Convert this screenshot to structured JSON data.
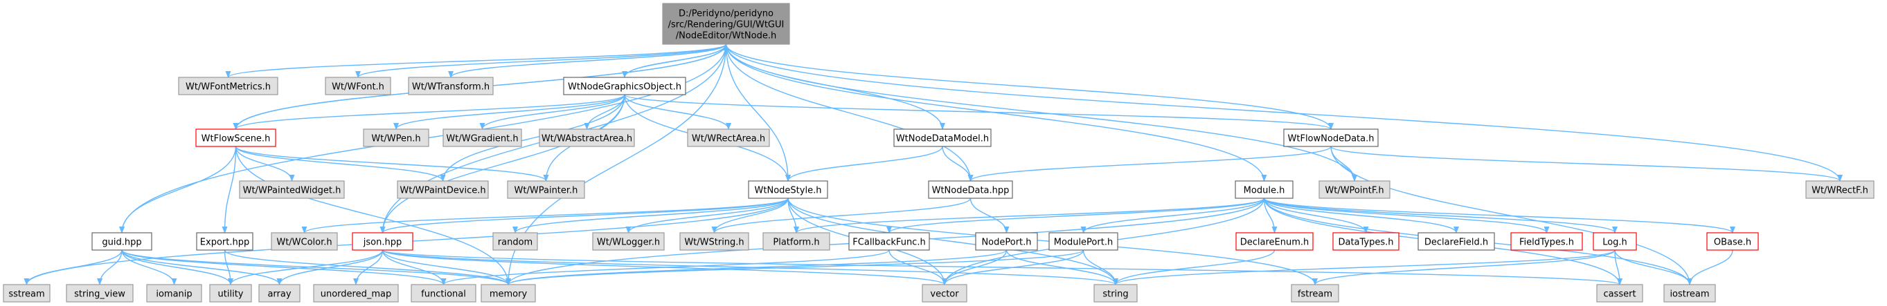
{
  "colors": {
    "edge": "#63b8ff",
    "root_fill": "#999999",
    "system_fill": "#e0e0e0",
    "system_border": "#999999",
    "local_fill": "#ffffff",
    "local_border": "#666666",
    "missing_border": "#ff0000",
    "text": "#000000"
  },
  "nodes": [
    {
      "id": "root",
      "lines": [
        "D:/Peridyno/peridyno",
        "/src/Rendering/GUI/WtGUI",
        "/NodeEditor/WtNode.h"
      ],
      "kind": "root"
    },
    {
      "id": "wfontmetrics",
      "lines": [
        "Wt/WFontMetrics.h"
      ],
      "kind": "system"
    },
    {
      "id": "wfont",
      "lines": [
        "Wt/WFont.h"
      ],
      "kind": "system"
    },
    {
      "id": "wtransform",
      "lines": [
        "Wt/WTransform.h"
      ],
      "kind": "system"
    },
    {
      "id": "wtnodegraphicsobject",
      "lines": [
        "WtNodeGraphicsObject.h"
      ],
      "kind": "local"
    },
    {
      "id": "wtflowscene",
      "lines": [
        "WtFlowScene.h"
      ],
      "kind": "missing"
    },
    {
      "id": "wpen",
      "lines": [
        "Wt/WPen.h"
      ],
      "kind": "system"
    },
    {
      "id": "wgradient",
      "lines": [
        "Wt/WGradient.h"
      ],
      "kind": "system"
    },
    {
      "id": "wabstractarea",
      "lines": [
        "Wt/WAbstractArea.h"
      ],
      "kind": "system"
    },
    {
      "id": "wrectarea",
      "lines": [
        "Wt/WRectArea.h"
      ],
      "kind": "system"
    },
    {
      "id": "wtnodedatamodel",
      "lines": [
        "WtNodeDataModel.h"
      ],
      "kind": "local"
    },
    {
      "id": "wtflownodedata",
      "lines": [
        "WtFlowNodeData.h"
      ],
      "kind": "local"
    },
    {
      "id": "wpaintedwidget",
      "lines": [
        "Wt/WPaintedWidget.h"
      ],
      "kind": "system"
    },
    {
      "id": "wpaintdevice",
      "lines": [
        "Wt/WPaintDevice.h"
      ],
      "kind": "system"
    },
    {
      "id": "wpainter",
      "lines": [
        "Wt/WPainter.h"
      ],
      "kind": "system"
    },
    {
      "id": "wtnodestyle",
      "lines": [
        "WtNodeStyle.h"
      ],
      "kind": "local"
    },
    {
      "id": "wtnodedatahpp",
      "lines": [
        "WtNodeData.hpp"
      ],
      "kind": "local"
    },
    {
      "id": "module",
      "lines": [
        "Module.h"
      ],
      "kind": "local"
    },
    {
      "id": "wpointf",
      "lines": [
        "Wt/WPointF.h"
      ],
      "kind": "system"
    },
    {
      "id": "wrectf",
      "lines": [
        "Wt/WRectF.h"
      ],
      "kind": "system"
    },
    {
      "id": "guid",
      "lines": [
        "guid.hpp"
      ],
      "kind": "local"
    },
    {
      "id": "export",
      "lines": [
        "Export.hpp"
      ],
      "kind": "local"
    },
    {
      "id": "wcolor",
      "lines": [
        "Wt/WColor.h"
      ],
      "kind": "system"
    },
    {
      "id": "json",
      "lines": [
        "json.hpp"
      ],
      "kind": "missing"
    },
    {
      "id": "random",
      "lines": [
        "random"
      ],
      "kind": "system"
    },
    {
      "id": "wlogger",
      "lines": [
        "Wt/WLogger.h"
      ],
      "kind": "system"
    },
    {
      "id": "wstring",
      "lines": [
        "Wt/WString.h"
      ],
      "kind": "system"
    },
    {
      "id": "platform",
      "lines": [
        "Platform.h"
      ],
      "kind": "system"
    },
    {
      "id": "fcallbackfunc",
      "lines": [
        "FCallbackFunc.h"
      ],
      "kind": "local"
    },
    {
      "id": "nodeport",
      "lines": [
        "NodePort.h"
      ],
      "kind": "local"
    },
    {
      "id": "moduleport",
      "lines": [
        "ModulePort.h"
      ],
      "kind": "local"
    },
    {
      "id": "declareenum",
      "lines": [
        "DeclareEnum.h"
      ],
      "kind": "missing"
    },
    {
      "id": "datatypes",
      "lines": [
        "DataTypes.h"
      ],
      "kind": "missing"
    },
    {
      "id": "declarefield",
      "lines": [
        "DeclareField.h"
      ],
      "kind": "local"
    },
    {
      "id": "fieldtypes",
      "lines": [
        "FieldTypes.h"
      ],
      "kind": "missing"
    },
    {
      "id": "log",
      "lines": [
        "Log.h"
      ],
      "kind": "missing"
    },
    {
      "id": "obase",
      "lines": [
        "OBase.h"
      ],
      "kind": "missing"
    },
    {
      "id": "sstream",
      "lines": [
        "sstream"
      ],
      "kind": "system"
    },
    {
      "id": "string_view",
      "lines": [
        "string_view"
      ],
      "kind": "system"
    },
    {
      "id": "iomanip",
      "lines": [
        "iomanip"
      ],
      "kind": "system"
    },
    {
      "id": "utility",
      "lines": [
        "utility"
      ],
      "kind": "system"
    },
    {
      "id": "array",
      "lines": [
        "array"
      ],
      "kind": "system"
    },
    {
      "id": "unordered_map",
      "lines": [
        "unordered_map"
      ],
      "kind": "system"
    },
    {
      "id": "functional",
      "lines": [
        "functional"
      ],
      "kind": "system"
    },
    {
      "id": "memory",
      "lines": [
        "memory"
      ],
      "kind": "system"
    },
    {
      "id": "vector",
      "lines": [
        "vector"
      ],
      "kind": "system"
    },
    {
      "id": "string",
      "lines": [
        "string"
      ],
      "kind": "system"
    },
    {
      "id": "fstream",
      "lines": [
        "fstream"
      ],
      "kind": "system"
    },
    {
      "id": "cassert",
      "lines": [
        "cassert"
      ],
      "kind": "system"
    },
    {
      "id": "iostream",
      "lines": [
        "iostream"
      ],
      "kind": "system"
    }
  ],
  "edges": [
    [
      "root",
      "wfontmetrics"
    ],
    [
      "root",
      "wfont"
    ],
    [
      "root",
      "wtransform"
    ],
    [
      "root",
      "wtnodegraphicsobject"
    ],
    [
      "root",
      "wtflowscene"
    ],
    [
      "root",
      "wtnodedatamodel"
    ],
    [
      "root",
      "wtflownodedata"
    ],
    [
      "root",
      "wtnodestyle"
    ],
    [
      "root",
      "wtnodedatahpp"
    ],
    [
      "root",
      "module"
    ],
    [
      "root",
      "wpointf"
    ],
    [
      "root",
      "wrectf"
    ],
    [
      "root",
      "guid"
    ],
    [
      "root",
      "json"
    ],
    [
      "root",
      "memory"
    ],
    [
      "wtnodegraphicsobject",
      "root"
    ],
    [
      "wtnodegraphicsobject",
      "wtflowscene"
    ],
    [
      "wtnodegraphicsobject",
      "wpen"
    ],
    [
      "wtnodegraphicsobject",
      "wgradient"
    ],
    [
      "wtnodegraphicsobject",
      "wabstractarea"
    ],
    [
      "wtnodegraphicsobject",
      "wrectarea"
    ],
    [
      "wtnodegraphicsobject",
      "wtflownodedata"
    ],
    [
      "wtnodegraphicsobject",
      "wpaintdevice"
    ],
    [
      "wtnodegraphicsobject",
      "wpainter"
    ],
    [
      "wtnodegraphicsobject",
      "wtnodestyle"
    ],
    [
      "wtnodegraphicsobject",
      "json"
    ],
    [
      "wtflowscene",
      "root"
    ],
    [
      "wtflowscene",
      "wpaintedwidget"
    ],
    [
      "wtflowscene",
      "wpaintdevice"
    ],
    [
      "wtflowscene",
      "wpainter"
    ],
    [
      "wtflowscene",
      "guid"
    ],
    [
      "wtflowscene",
      "export"
    ],
    [
      "wtflowscene",
      "memory"
    ],
    [
      "wtnodedatamodel",
      "wtnodestyle"
    ],
    [
      "wtnodedatamodel",
      "wtnodedatahpp"
    ],
    [
      "wtflownodedata",
      "wtnodedatahpp"
    ],
    [
      "wtflownodedata",
      "wpointf"
    ],
    [
      "wtflownodedata",
      "wrectf"
    ],
    [
      "wtflownodedata",
      "iostream"
    ],
    [
      "wtnodestyle",
      "wcolor"
    ],
    [
      "wtnodestyle",
      "json"
    ],
    [
      "wtnodestyle",
      "random"
    ],
    [
      "wtnodestyle",
      "wlogger"
    ],
    [
      "wtnodestyle",
      "wstring"
    ],
    [
      "wtnodestyle",
      "platform"
    ],
    [
      "wtnodestyle",
      "vector"
    ],
    [
      "wtnodestyle",
      "string"
    ],
    [
      "wtnodestyle",
      "fstream"
    ],
    [
      "wtnodestyle",
      "sstream"
    ],
    [
      "wtnodedatahpp",
      "wstring"
    ],
    [
      "wtnodedatahpp",
      "nodeport"
    ],
    [
      "module",
      "platform"
    ],
    [
      "module",
      "fcallbackfunc"
    ],
    [
      "module",
      "moduleport"
    ],
    [
      "module",
      "declareenum"
    ],
    [
      "module",
      "datatypes"
    ],
    [
      "module",
      "declarefield"
    ],
    [
      "module",
      "fieldtypes"
    ],
    [
      "module",
      "log"
    ],
    [
      "module",
      "obase"
    ],
    [
      "module",
      "vector"
    ],
    [
      "module",
      "cassert"
    ],
    [
      "module",
      "iostream"
    ],
    [
      "module",
      "memory"
    ],
    [
      "guid",
      "sstream"
    ],
    [
      "guid",
      "string_view"
    ],
    [
      "guid",
      "iomanip"
    ],
    [
      "guid",
      "utility"
    ],
    [
      "guid",
      "array"
    ],
    [
      "guid",
      "functional"
    ],
    [
      "guid",
      "memory"
    ],
    [
      "export",
      "utility"
    ],
    [
      "export",
      "memory"
    ],
    [
      "json",
      "utility"
    ],
    [
      "json",
      "array"
    ],
    [
      "json",
      "unordered_map"
    ],
    [
      "json",
      "functional"
    ],
    [
      "json",
      "memory"
    ],
    [
      "json",
      "cassert"
    ],
    [
      "json",
      "string"
    ],
    [
      "json",
      "vector"
    ],
    [
      "fcallbackfunc",
      "functional"
    ],
    [
      "fcallbackfunc",
      "vector"
    ],
    [
      "nodeport",
      "vector"
    ],
    [
      "nodeport",
      "string"
    ],
    [
      "nodeport",
      "memory"
    ],
    [
      "moduleport",
      "vector"
    ],
    [
      "moduleport",
      "string"
    ],
    [
      "moduleport",
      "memory"
    ],
    [
      "declareenum",
      "string"
    ],
    [
      "log",
      "string"
    ],
    [
      "log",
      "fstream"
    ],
    [
      "log",
      "cassert"
    ],
    [
      "log",
      "iostream"
    ],
    [
      "obase",
      "iostream"
    ]
  ]
}
